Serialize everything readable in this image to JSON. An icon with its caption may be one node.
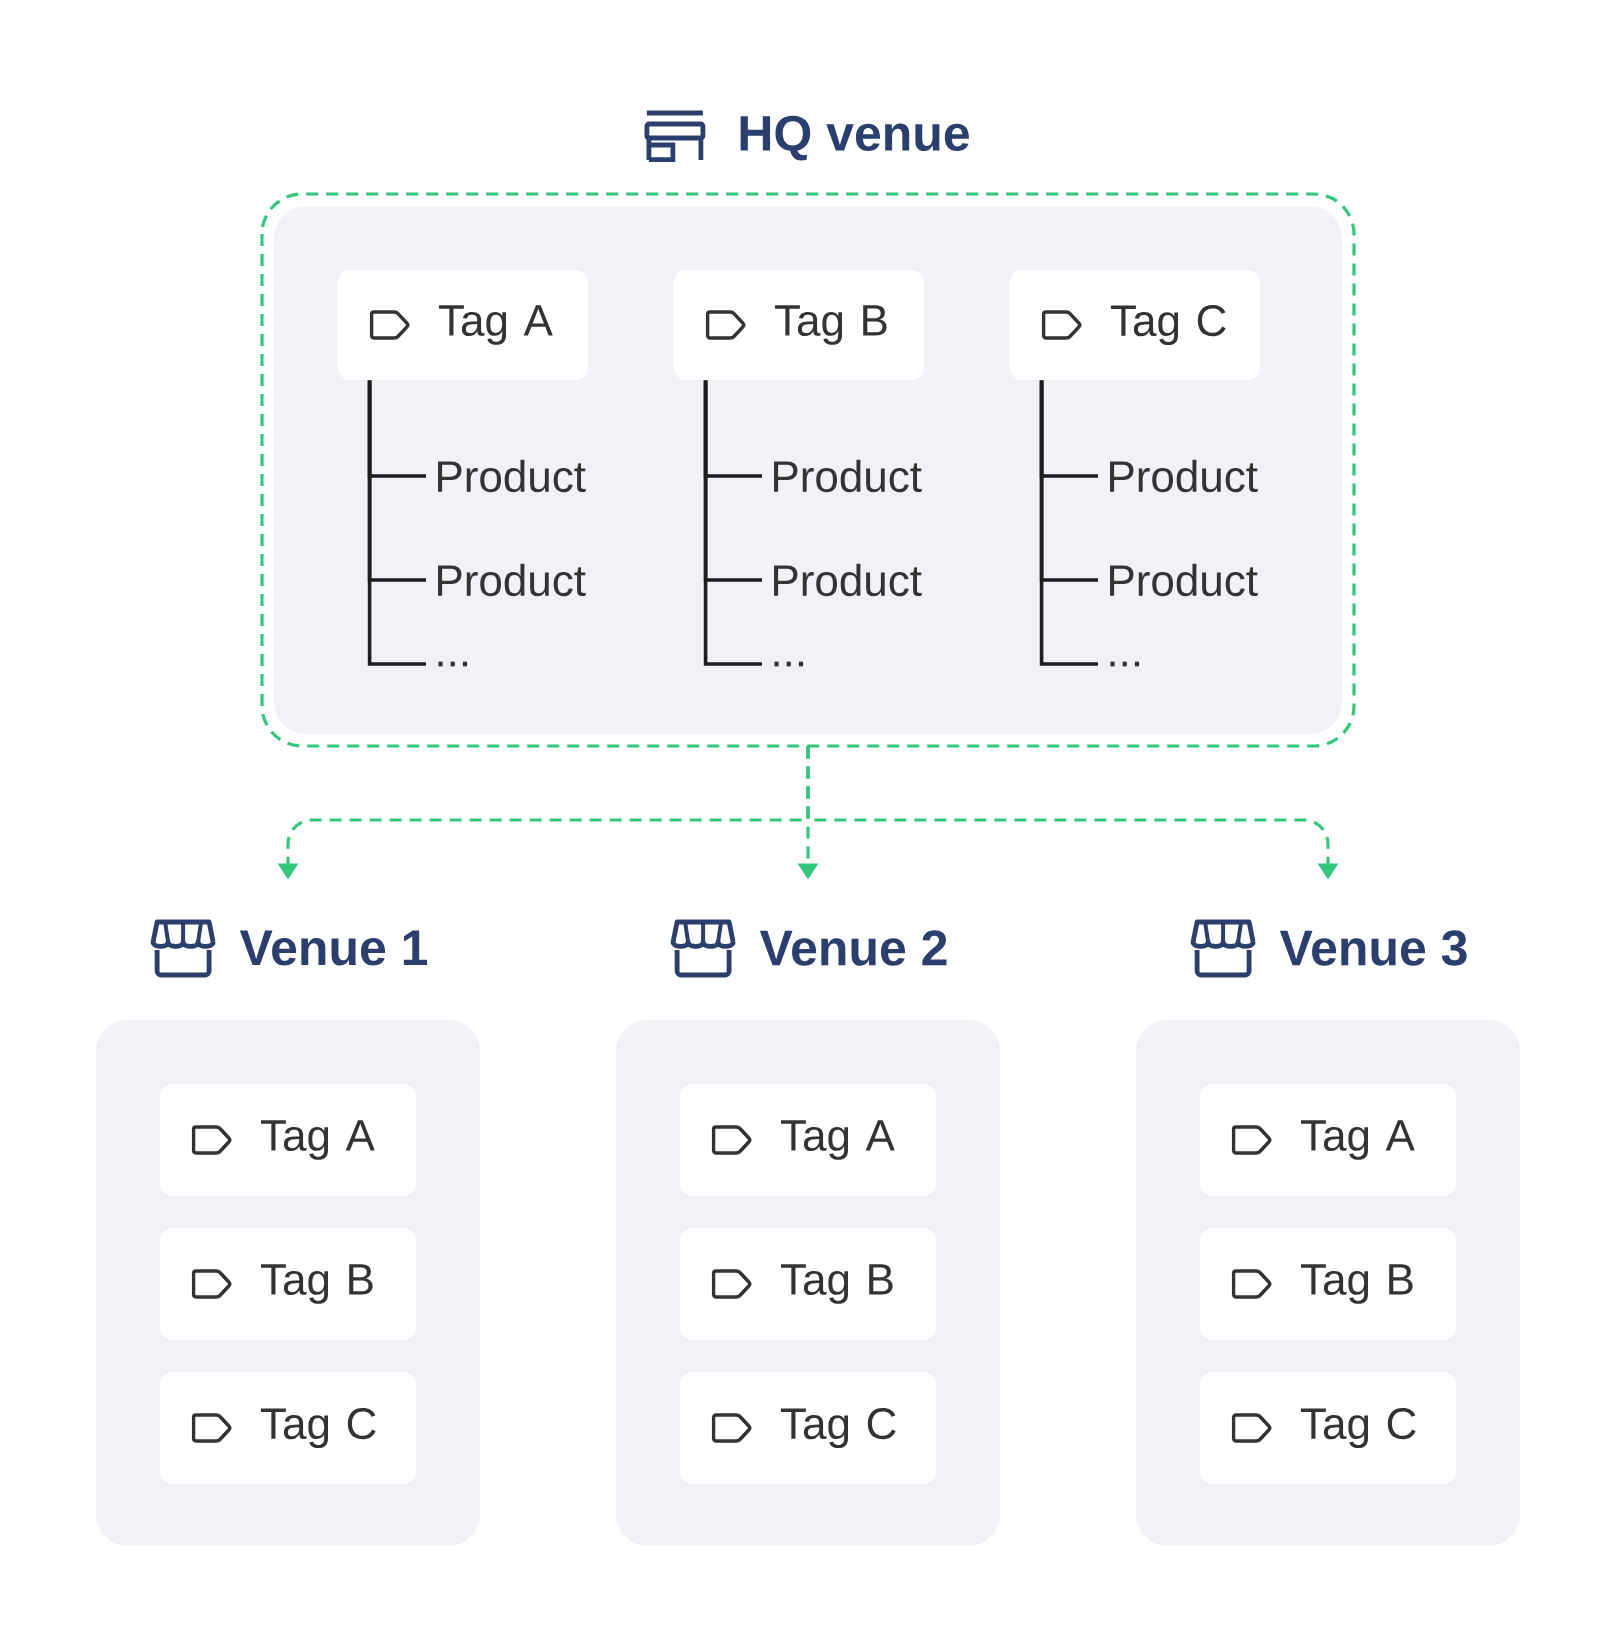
{
  "diagram": {
    "nodes": [
      {
        "text": [
          "HQ venue"
        ]
      },
      {
        "text": [
          "Tag A"
        ],
        "in": 0
      },
      {
        "text": [
          "Product"
        ],
        "in": 0
      },
      {
        "text": [
          "Product"
        ],
        "in": 0
      },
      {
        "text": [
          "..."
        ],
        "in": 0
      },
      {
        "text": [
          "Tag B"
        ],
        "in": 0
      },
      {
        "text": [
          "Product"
        ],
        "in": 0
      },
      {
        "text": [
          "Product"
        ],
        "in": 0
      },
      {
        "text": [
          "..."
        ],
        "in": 0
      },
      {
        "text": [
          "Tag C"
        ],
        "in": 0
      },
      {
        "text": [
          "Product"
        ],
        "in": 0
      },
      {
        "text": [
          "Product"
        ],
        "in": 0
      },
      {
        "text": [
          "..."
        ],
        "in": 0
      },
      {
        "text": [
          "Venue 1"
        ]
      },
      {
        "text": [
          "Tag A"
        ],
        "in": 13
      },
      {
        "text": [
          "Tag B"
        ],
        "in": 13
      },
      {
        "text": [
          "Tag C"
        ],
        "in": 13
      },
      {
        "text": [
          "Venue 2"
        ]
      },
      {
        "text": [
          "Tag A"
        ],
        "in": 17
      },
      {
        "text": [
          "Tag B"
        ],
        "in": 17
      },
      {
        "text": [
          "Tag C"
        ],
        "in": 17
      },
      {
        "text": [
          "Venue 3"
        ]
      },
      {
        "text": [
          "Tag A"
        ],
        "in": 21
      },
      {
        "text": [
          "Tag B"
        ],
        "in": 21
      },
      {
        "text": [
          "Tag C"
        ],
        "in": 21
      }
    ],
    "edges": [
      {
        "from": 1,
        "to": 2,
        "arrow": "none"
      },
      {
        "from": 1,
        "to": 3,
        "arrow": "none"
      },
      {
        "from": 1,
        "to": 4,
        "arrow": "none"
      },
      {
        "from": 5,
        "to": 6,
        "arrow": "none"
      },
      {
        "from": 5,
        "to": 7,
        "arrow": "none"
      },
      {
        "from": 5,
        "to": 8,
        "arrow": "none"
      },
      {
        "from": 9,
        "to": 10,
        "arrow": "none"
      },
      {
        "from": 9,
        "to": 11,
        "arrow": "none"
      },
      {
        "from": 9,
        "to": 12,
        "arrow": "none"
      },
      {
        "from": 0,
        "to": 13,
        "arrow": "to",
        "style": "dashed",
        "color": "#34c77b"
      },
      {
        "from": 0,
        "to": 17,
        "arrow": "to",
        "style": "dashed",
        "color": "#34c77b"
      },
      {
        "from": 0,
        "to": 21,
        "arrow": "to",
        "style": "dashed",
        "color": "#34c77b"
      }
    ]
  }
}
